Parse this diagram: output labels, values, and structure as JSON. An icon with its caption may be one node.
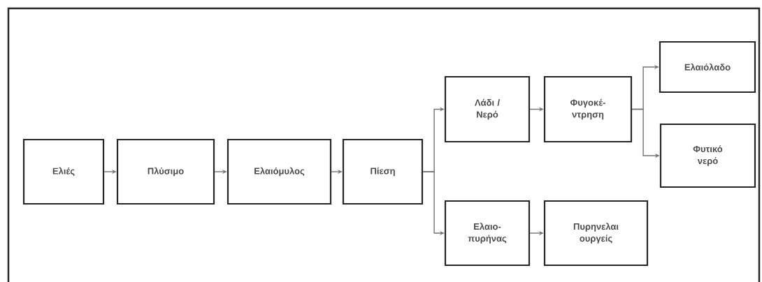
{
  "diagram": {
    "nodes": [
      {
        "text": [
          "Ελιές"
        ]
      },
      {
        "text": [
          "Πλύσιμο"
        ]
      },
      {
        "text": [
          "Ελαιόμυλος"
        ]
      },
      {
        "text": [
          "Πίεση"
        ]
      },
      {
        "text": [
          "Λάδι / Νερό"
        ]
      },
      {
        "text": [
          "Φυγοκέ- ντρηση"
        ]
      },
      {
        "text": [
          "Ελαιόλαδο"
        ]
      },
      {
        "text": [
          "Φυτικό νερό"
        ]
      },
      {
        "text": [
          "Ελαιο- πυρήνας"
        ]
      },
      {
        "text": [
          "Πυρηνελαι ουργείς"
        ]
      }
    ],
    "edges": [
      {
        "from": 0,
        "to": 1,
        "arrow": "to"
      },
      {
        "from": 1,
        "to": 2,
        "arrow": "to"
      },
      {
        "from": 2,
        "to": 3,
        "arrow": "to"
      },
      {
        "from": 3,
        "to": 4,
        "arrow": "to"
      },
      {
        "from": 3,
        "to": 8,
        "arrow": "to"
      },
      {
        "from": 4,
        "to": 5,
        "arrow": "to"
      },
      {
        "from": 5,
        "to": 6,
        "arrow": "to"
      },
      {
        "from": 5,
        "to": 7,
        "arrow": "to"
      },
      {
        "from": 8,
        "to": 9,
        "arrow": "to"
      }
    ]
  }
}
